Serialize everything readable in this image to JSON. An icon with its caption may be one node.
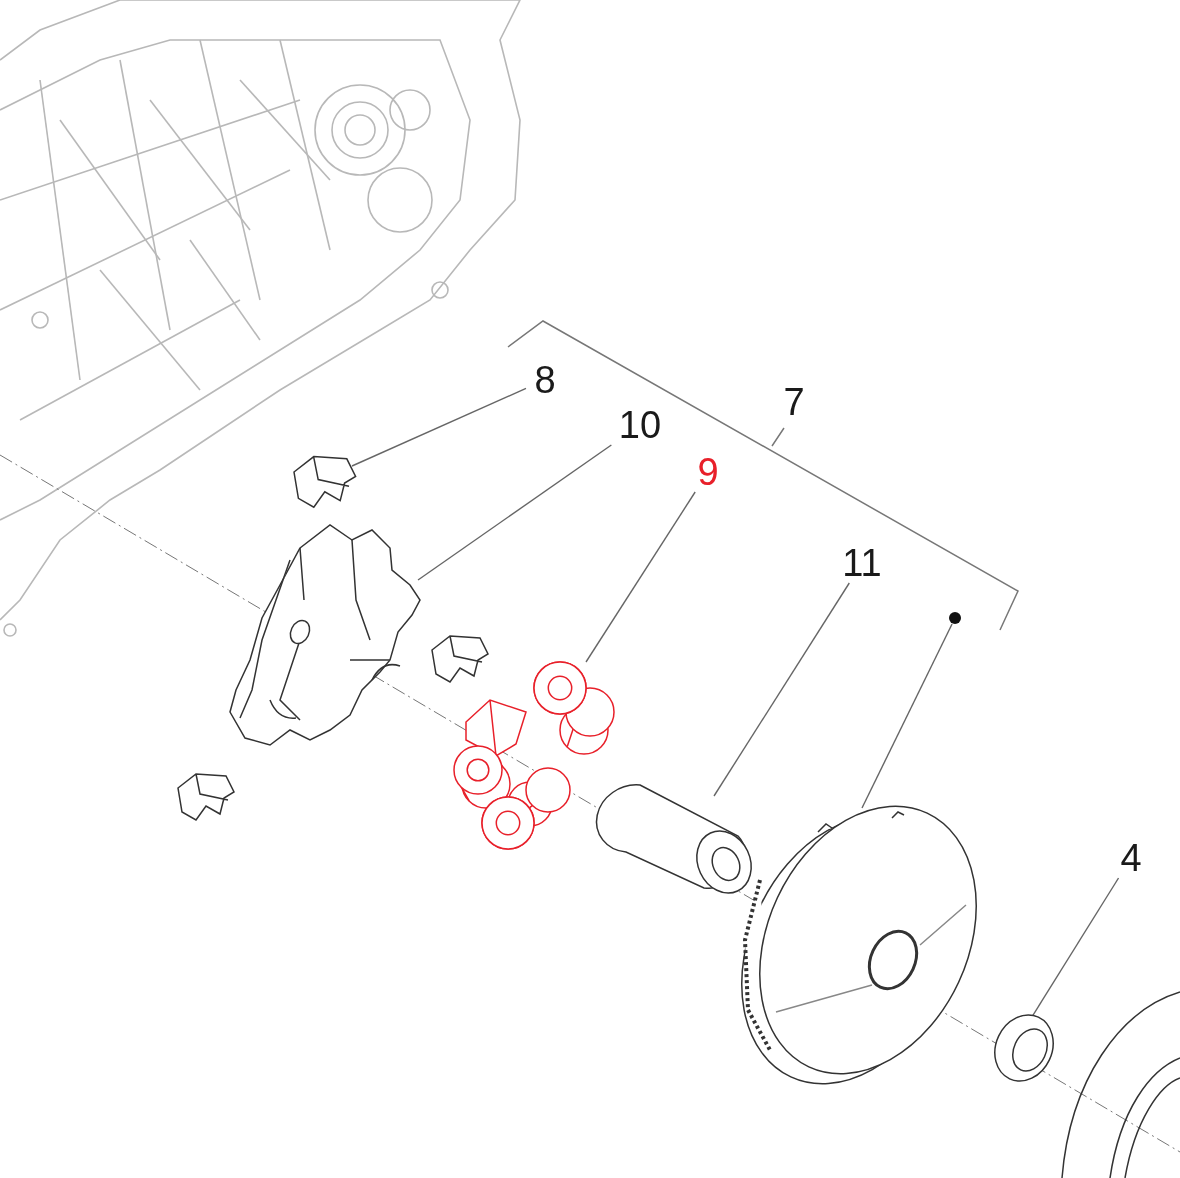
{
  "diagram": {
    "nodes": [
      {
        "text": [
          "8"
        ]
      },
      {
        "text": [],
        "shape": "picture"
      },
      {
        "text": [
          "10"
        ]
      },
      {
        "text": [],
        "shape": "picture"
      },
      {
        "text": [
          "9"
        ]
      },
      {
        "text": [],
        "shape": "picture"
      },
      {
        "text": [
          "11"
        ]
      },
      {
        "text": [],
        "shape": "picture"
      },
      {
        "text": [
          "7"
        ]
      },
      {
        "text": [],
        "shape": "circle"
      },
      {
        "text": [],
        "shape": "picture"
      },
      {
        "text": [
          "4"
        ]
      },
      {
        "text": [],
        "shape": "picture"
      }
    ],
    "edges": [
      {
        "from": 0,
        "to": 1,
        "arrow": "none"
      },
      {
        "from": 2,
        "to": 3,
        "arrow": "none"
      },
      {
        "from": 4,
        "to": 5,
        "arrow": "none"
      },
      {
        "from": 6,
        "to": 7,
        "arrow": "none"
      },
      {
        "from": 9,
        "to": 10,
        "arrow": "none"
      },
      {
        "from": 11,
        "to": 12,
        "arrow": "none"
      }
    ]
  }
}
